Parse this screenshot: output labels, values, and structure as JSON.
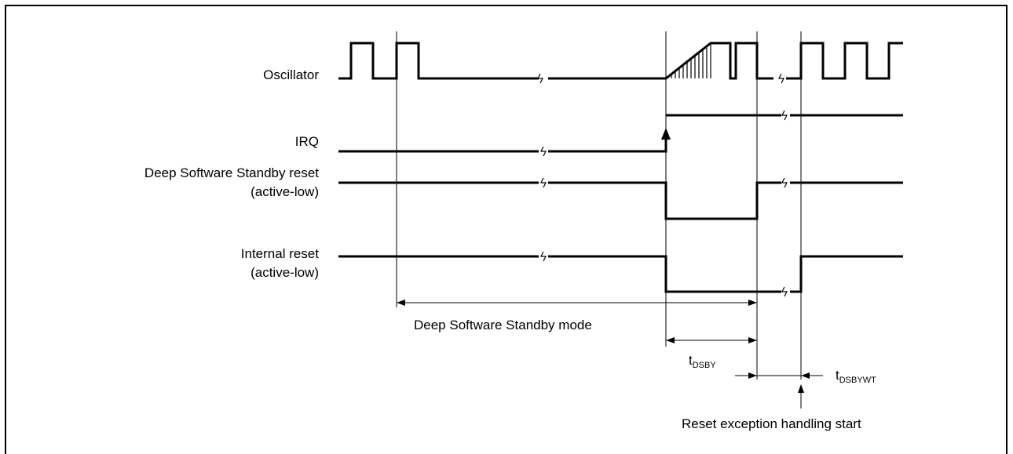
{
  "signals": {
    "oscillator": "Oscillator",
    "irq": "IRQ",
    "dsby_reset_1": "Deep Software Standby reset",
    "dsby_reset_2": "(active-low)",
    "internal_reset_1": "Internal reset",
    "internal_reset_2": "(active-low)"
  },
  "annotations": {
    "mode": "Deep Software Standby mode",
    "t_dsby_main": "t",
    "t_dsby_sub": "DSBY",
    "t_dsbywt_main": "t",
    "t_dsbywt_sub": "DSBYWT",
    "reset_start": "Reset exception handling start"
  }
}
